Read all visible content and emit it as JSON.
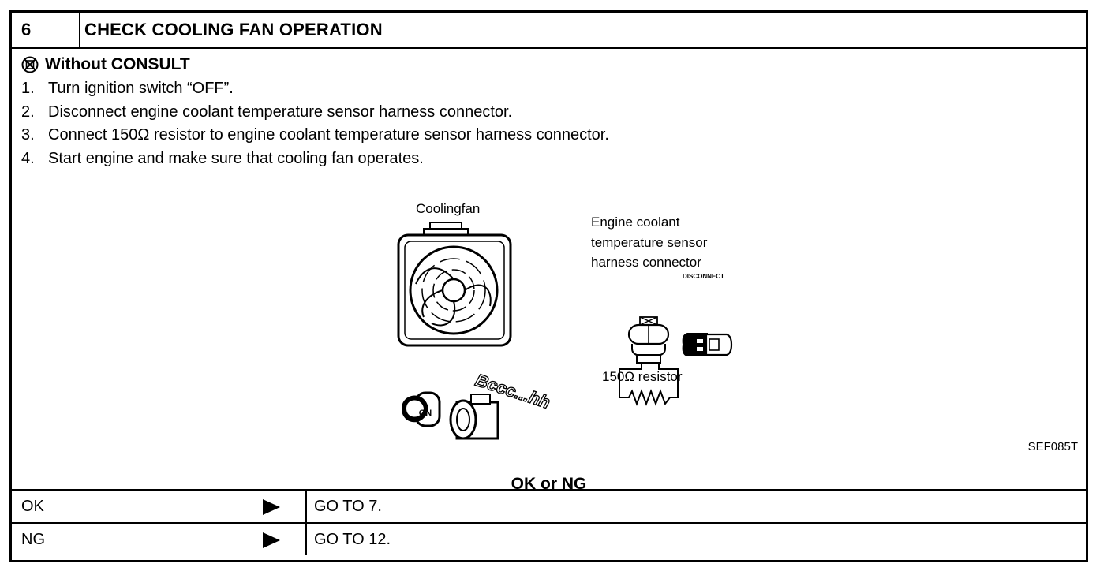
{
  "header": {
    "step_number": "6",
    "title": "CHECK COOLING FAN OPERATION"
  },
  "procedure": {
    "mode_icon": "no-consult-icon",
    "mode_label": "Without CONSULT",
    "steps": [
      {
        "num": "1.",
        "text": "Turn ignition switch “OFF”."
      },
      {
        "num": "2.",
        "text": "Disconnect engine coolant temperature sensor harness connector."
      },
      {
        "num": "3.",
        "text": "Connect 150Ω resistor to engine coolant temperature sensor harness connector."
      },
      {
        "num": "4.",
        "text": "Start engine and make sure that cooling fan operates."
      }
    ]
  },
  "figure": {
    "cooling_fan_label": "Coolingfan",
    "sensor_label_lines": [
      "Engine coolant",
      "temperature sensor",
      "harness connector"
    ],
    "disconnect_label": "DISCONNECT",
    "resistor_label": "150Ω resistor",
    "sound_text": "Bccc...hh",
    "ignition_label": "ON",
    "code": "SEF085T"
  },
  "result": {
    "prompt": "OK or NG",
    "rows": [
      {
        "result": "OK",
        "action": "GO TO 7."
      },
      {
        "result": "NG",
        "action": "GO TO 12."
      }
    ]
  }
}
